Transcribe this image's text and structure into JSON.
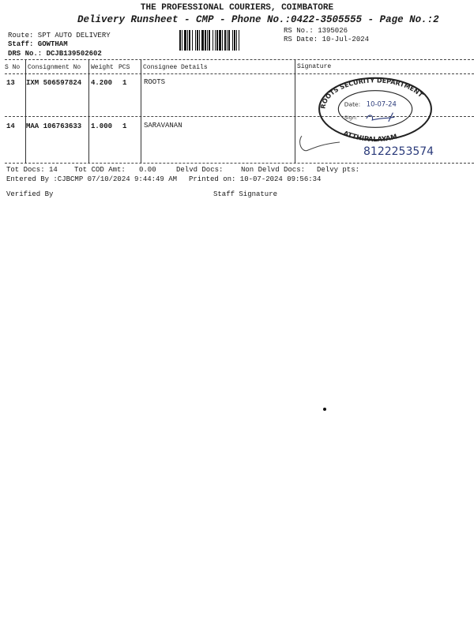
{
  "header": {
    "company": "THE PROFESSIONAL COURIERS, COIMBATORE",
    "subtitle": "Delivery Runsheet - CMP - Phone No.:0422-3505555 - Page No.:2",
    "route": "Route: SPT AUTO DELIVERY",
    "staff": "Staff: GOWTHAM",
    "drs_no": "DRS No.: DCJB139502602",
    "rs_no": "RS No.: 1395026",
    "rs_date": "RS Date: 10-Jul-2024"
  },
  "table": {
    "columns": [
      "S No",
      "Consignment No",
      "Weight",
      "PCS",
      "Consignee Details",
      "Signature"
    ],
    "rows": [
      {
        "sno": "13",
        "consignment": "IXM 506597824",
        "weight": "4.200",
        "pcs": "1",
        "consignee": "ROOTS"
      },
      {
        "sno": "14",
        "consignment": "MAA 106763633",
        "weight": "1.000",
        "pcs": "1",
        "consignee": "SARAVANAN"
      }
    ]
  },
  "footer": {
    "tot_docs": "Tot Docs:  14",
    "tot_cod": "Tot COD Amt:",
    "tot_cod_value": "0.00",
    "delvd_docs": "Delvd Docs:",
    "non_delvd_docs": "Non Delvd Docs:",
    "delvy_pts": "Delvy pts:",
    "entered_by": "Entered By :CJBCMP 07/10/2024 9:44:49 AM",
    "printed_on": "Printed on: 10-07-2024 09:56:34",
    "verified_by": "Verified By",
    "staff_signature": "Staff Signature"
  },
  "stamp": {
    "top_text": "ROOTS SECURITY DEPARTMENT",
    "bottom_text": "ATTHIPALAYAM",
    "date_label": "Date:",
    "date_value": "10-07-24",
    "sign_label": "Sign:",
    "phone_handwritten": "8122253574"
  }
}
